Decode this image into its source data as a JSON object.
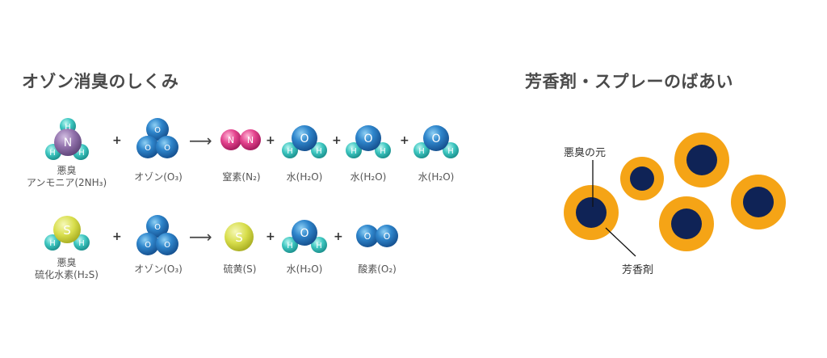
{
  "titles": {
    "ozone": "オゾン消臭のしくみ",
    "spray": "芳香剤・スプレーのばあい"
  },
  "symbols": {
    "plus": "+",
    "arrow": "⟶"
  },
  "reaction1": {
    "ammonia": {
      "line1": "悪臭",
      "line2": "アンモニア(2NH₃)",
      "center": "N",
      "h": "H"
    },
    "ozone": {
      "label": "オゾン(O₃)",
      "o": "O"
    },
    "nitrogen": {
      "label": "窒素(N₂)",
      "n": "N"
    },
    "water1": {
      "label": "水(H₂O)",
      "o": "O",
      "h": "H"
    },
    "water2": {
      "label": "水(H₂O)",
      "o": "O",
      "h": "H"
    },
    "water3": {
      "label": "水(H₂O)",
      "o": "O",
      "h": "H"
    }
  },
  "reaction2": {
    "h2s": {
      "line1": "悪臭",
      "line2": "硫化水素(H₂S)",
      "center": "S",
      "h": "H"
    },
    "ozone": {
      "label": "オゾン(O₃)",
      "o": "O"
    },
    "sulfur": {
      "label": "硫黄(S)",
      "s": "S"
    },
    "water": {
      "label": "水(H₂O)",
      "o": "O",
      "h": "H"
    },
    "oxygen": {
      "label": "酸素(O₂)",
      "o": "O"
    }
  },
  "spray": {
    "odor_label": "悪臭の元",
    "fragrance_label": "芳香剤"
  },
  "colors": {
    "title": "#4a4a4a",
    "oxygen_blue": "#2a7fc4",
    "hydrogen_teal": "#3cc6c0",
    "nitrogen_purple": "#8e6ba8",
    "nitrogen_pink": "#e0408a",
    "sulfur_yellow": "#d8df4a",
    "ring_orange": "#f5a416",
    "core_navy": "#0f2356"
  }
}
